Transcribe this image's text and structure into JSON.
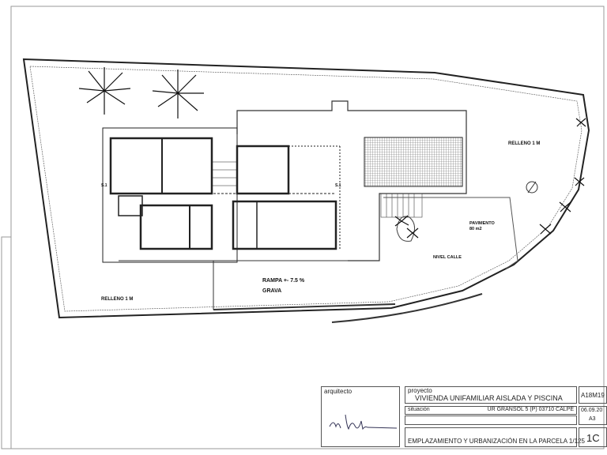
{
  "plan": {
    "labels": {
      "fill_right": "RELLENO 1 M",
      "fill_left": "RELLENO 1 M",
      "paving": "PAVIMENTO",
      "paving_area": "80 m2",
      "street_level": "NIVEL CALLE",
      "ramp": "RAMPA +- 7.5 %",
      "gravel": "GRAVA",
      "section_left": "S.1",
      "section_right": "S.1"
    },
    "colors": {
      "line": "#222222",
      "hatch": "#555555"
    }
  },
  "title_block": {
    "architect_label": "arquitecto",
    "project_label": "proyecto",
    "project_name": "VIVIENDA UNIFAMILIAR AISLADA Y PISCINA",
    "location_label": "situación",
    "location_value": "UR GRANSOL 5 (P)  03710 CALPE",
    "sheet_title": "EMPLAZAMIENTO Y URBANIZACIÓN EN LA PARCELA  1/125",
    "code": "A18M19",
    "date": "06.09.20",
    "format": "A3",
    "sheet_number": "1C"
  }
}
